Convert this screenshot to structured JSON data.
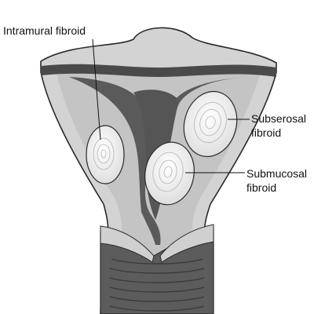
{
  "labels": {
    "intramural": "Intramural fibroid",
    "subserosal_line1": "Subserosal",
    "subserosal_line2": "fibroid",
    "submucosal_line1": "Submucosal",
    "submucosal_line2": "fibroid"
  },
  "colors": {
    "uterus_outer": "#d4d4d4",
    "uterus_wall": "#c6c6c6",
    "cavity": "#606060",
    "cavity_dark": "#3f3f3f",
    "fibroid_fill": "#f1f1f1",
    "outline": "#2a2a2a"
  }
}
